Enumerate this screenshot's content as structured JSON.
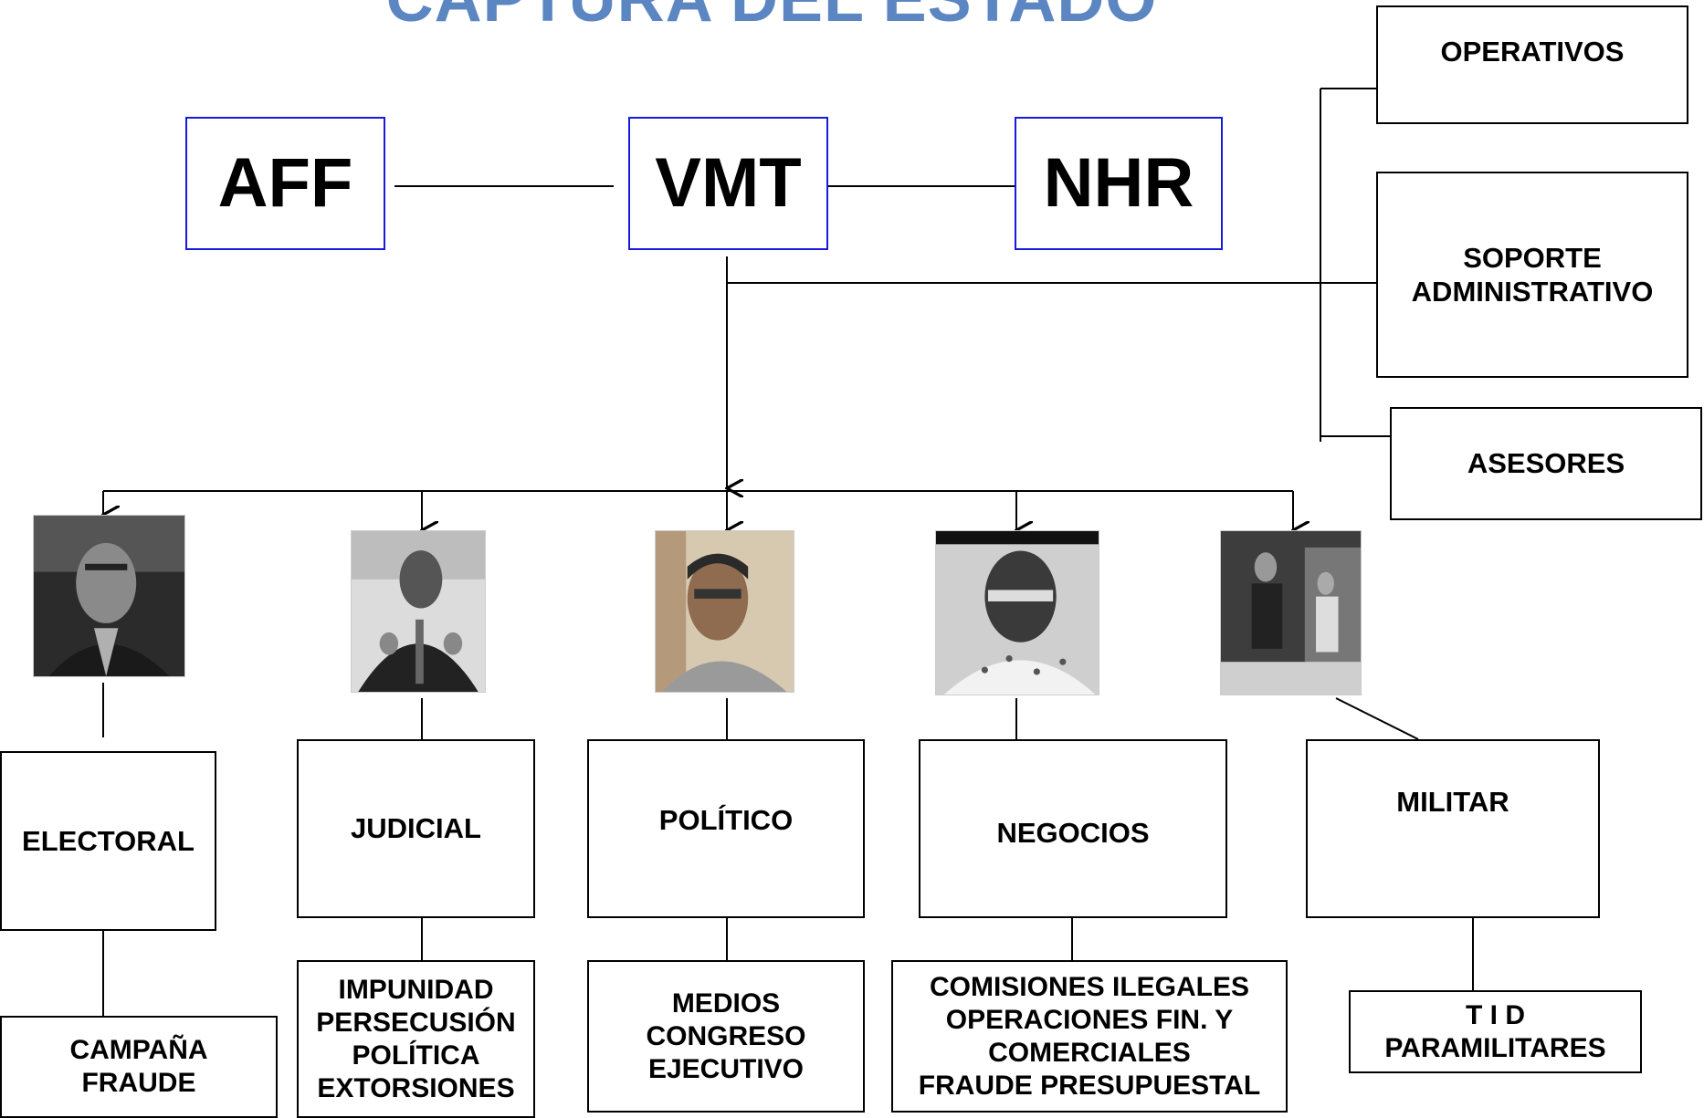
{
  "title": "CAPTURA DEL ESTADO",
  "title_color": "#5b86c2",
  "leaders": {
    "left": "AFF",
    "center": "VMT",
    "right": "NHR"
  },
  "support": {
    "operativos": "OPERATIVOS",
    "soporte": "SOPORTE\nADMINISTRATIVO",
    "asesores": "ASESORES"
  },
  "branches": [
    {
      "name": "ELECTORAL",
      "detail": "CAMPAÑA\nFRAUDE",
      "photo": "portrait-1"
    },
    {
      "name": "JUDICIAL",
      "detail": "IMPUNIDAD\nPERSECUSIÓN\nPOLÍTICA\nEXTORSIONES",
      "photo": "portrait-2"
    },
    {
      "name": "POLÍTICO",
      "detail": "MEDIOS\nCONGRESO\nEJECUTIVO",
      "photo": "portrait-3"
    },
    {
      "name": "NEGOCIOS",
      "detail": "COMISIONES ILEGALES\nOPERACIONES FIN. Y\nCOMERCIALES\nFRAUDE PRESUPUESTAL",
      "photo": "portrait-4"
    },
    {
      "name": "MILITAR",
      "detail": "T I D\nPARAMILITARES",
      "photo": "portrait-5"
    }
  ]
}
